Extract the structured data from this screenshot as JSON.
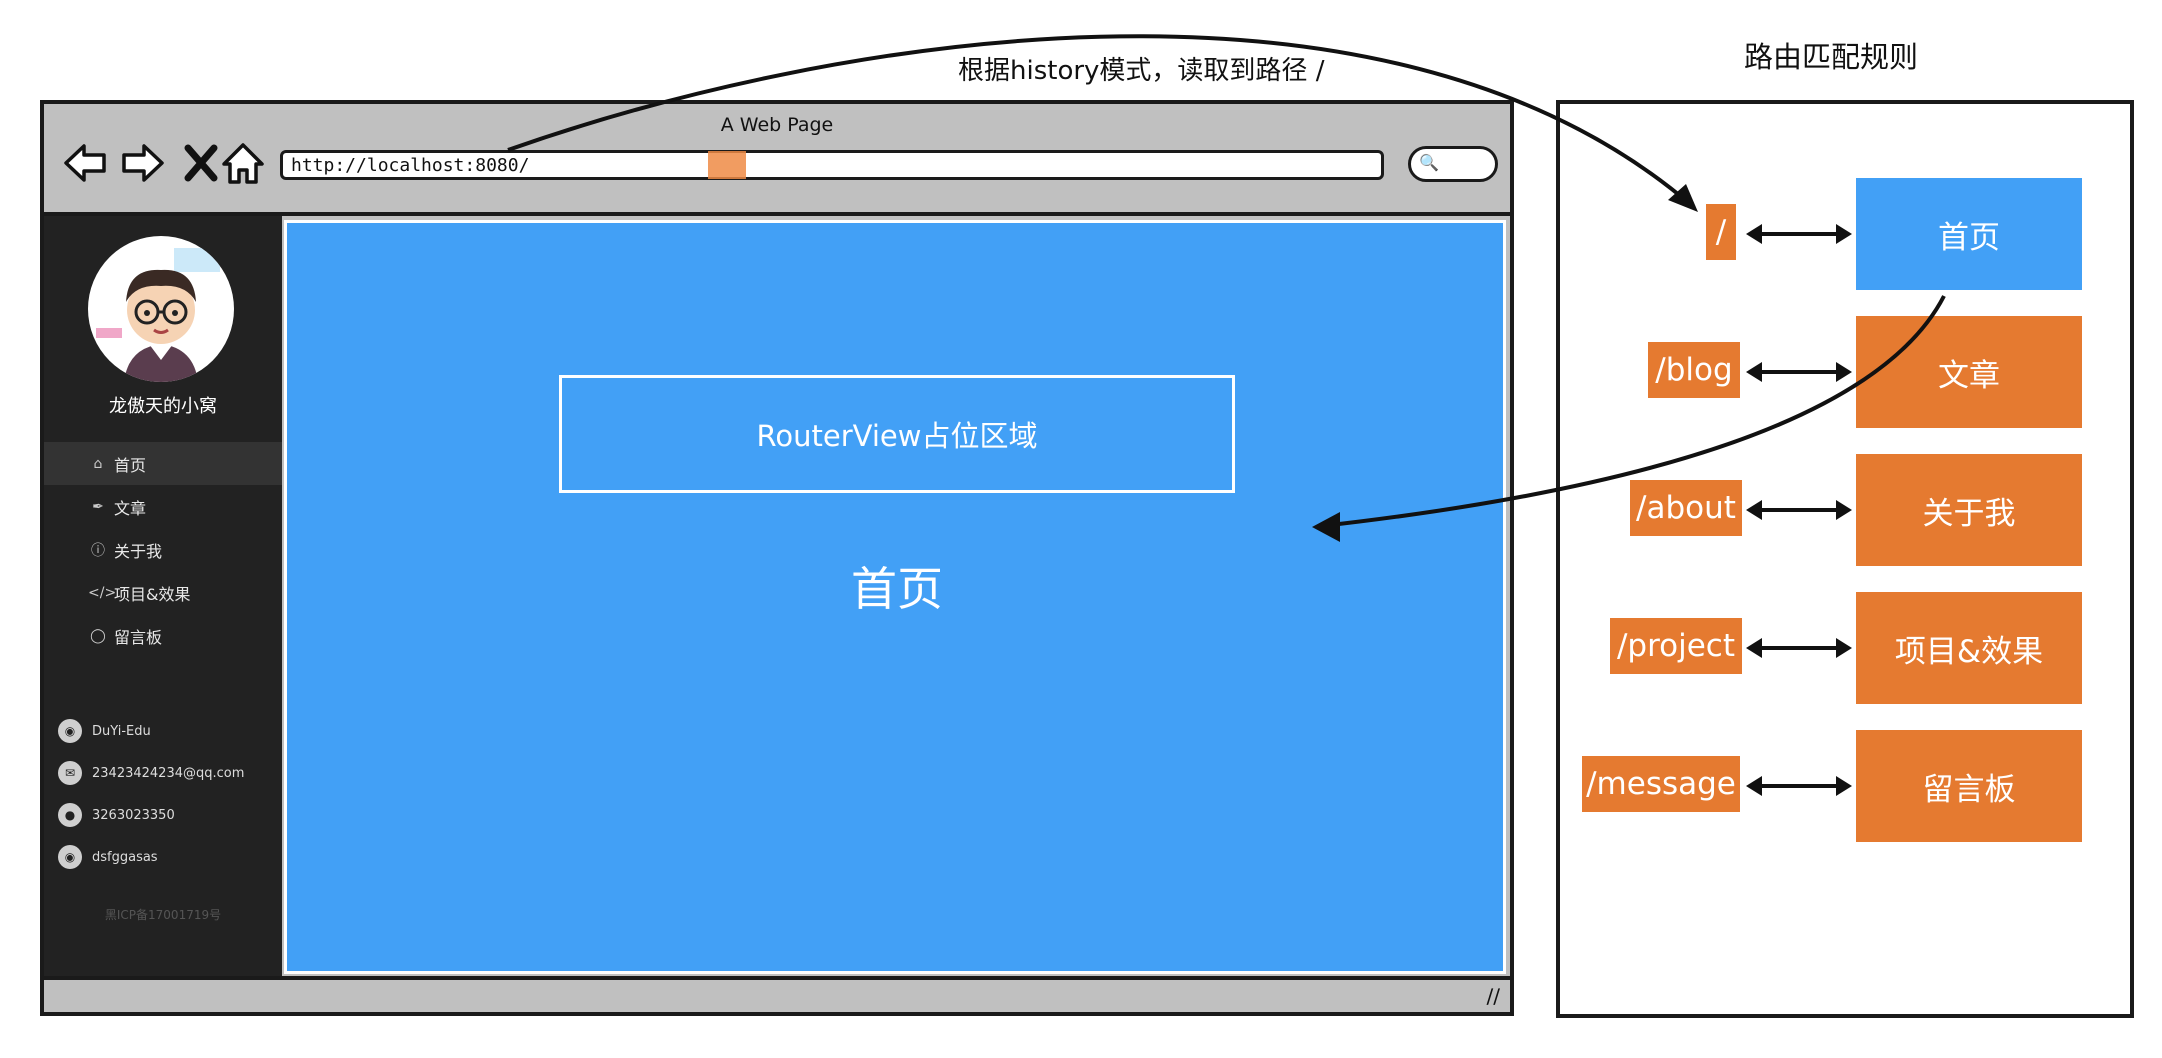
{
  "browser": {
    "page_title": "A Web Page",
    "url": "http://localhost:8080/",
    "nav_icons": [
      "back-arrow-icon",
      "forward-arrow-icon",
      "stop-icon",
      "home-icon"
    ],
    "search_icon": "search-icon"
  },
  "sidebar": {
    "site_name": "龙傲天的小窝",
    "menu": [
      {
        "label": "首页",
        "icon": "home-icon",
        "active": true
      },
      {
        "label": "文章",
        "icon": "blog-icon",
        "active": false
      },
      {
        "label": "关于我",
        "icon": "info-icon",
        "active": false
      },
      {
        "label": "项目&效果",
        "icon": "code-icon",
        "active": false
      },
      {
        "label": "留言板",
        "icon": "chat-icon",
        "active": false
      }
    ],
    "contacts": [
      {
        "label": "DuYi-Edu",
        "icon": "github-icon"
      },
      {
        "label": "23423424234@qq.com",
        "icon": "mail-icon"
      },
      {
        "label": "3263023350",
        "icon": "qq-icon"
      },
      {
        "label": "dsfggasas",
        "icon": "wechat-icon"
      }
    ],
    "icp": "黑ICP备17001719号"
  },
  "main": {
    "router_view_label": "RouterView占位区域",
    "page_heading": "首页"
  },
  "annotation": "根据history模式，读取到路径 /",
  "routes": {
    "title": "路由匹配规则",
    "rules": [
      {
        "path": "/",
        "name": "首页",
        "active": true
      },
      {
        "path": "/blog",
        "name": "文章",
        "active": false
      },
      {
        "path": "/about",
        "name": "关于我",
        "active": false
      },
      {
        "path": "/project",
        "name": "项目&效果",
        "active": false
      },
      {
        "path": "/message",
        "name": "留言板",
        "active": false
      }
    ]
  },
  "colors": {
    "blue": "#42a0f6",
    "orange": "#e57a30",
    "sidebar": "#222222",
    "chrome": "#c0c0c0"
  }
}
